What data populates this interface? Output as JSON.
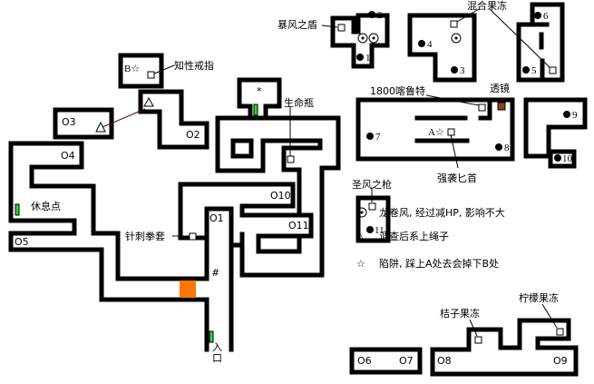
{
  "colors": {
    "wall": "#000000",
    "orange_block": "#ff7700",
    "save_marker": "#22dd22",
    "lens": "#8b4513",
    "rope": "#5a0000"
  },
  "items": {
    "intellect_ring": "知性戒指",
    "storm_shield": "暴风之盾",
    "mixed_jelly": "混合果冻",
    "life_bottle": "生命瓶",
    "gold": "1800喀鲁特",
    "lens": "透镜",
    "assault_dagger": "强袭匕首",
    "holy_wind_spear": "圣风之枪",
    "needle_gauntlet": "针刺拳套",
    "orange_jelly": "桔子果冻",
    "lemon_jelly": "柠檬果冻"
  },
  "places": {
    "rest_point": "休息点",
    "entrance_1": "入",
    "entrance_2": "口",
    "asterisk": "*",
    "hash": "#",
    "trap_a": "A☆",
    "trap_b": "B☆"
  },
  "open_markers": [
    "O1",
    "O2",
    "O3",
    "O4",
    "O5",
    "O10",
    "O11",
    "O6",
    "O7",
    "O8",
    "O9"
  ],
  "filled_markers": [
    "1",
    "2",
    "3",
    "4",
    "5",
    "6",
    "7",
    "8",
    "9",
    "10",
    "11"
  ],
  "legend": [
    {
      "icon": "tornado-icon",
      "symbol": "⊙",
      "text": "龙卷风, 经过减HP, 影响不大"
    },
    {
      "icon": "triangle-icon",
      "symbol": "△",
      "text": "调查后系上绳子"
    },
    {
      "icon": "star-icon",
      "symbol": "☆",
      "text": "陷阱, 踩上A处去会掉下B处"
    }
  ]
}
